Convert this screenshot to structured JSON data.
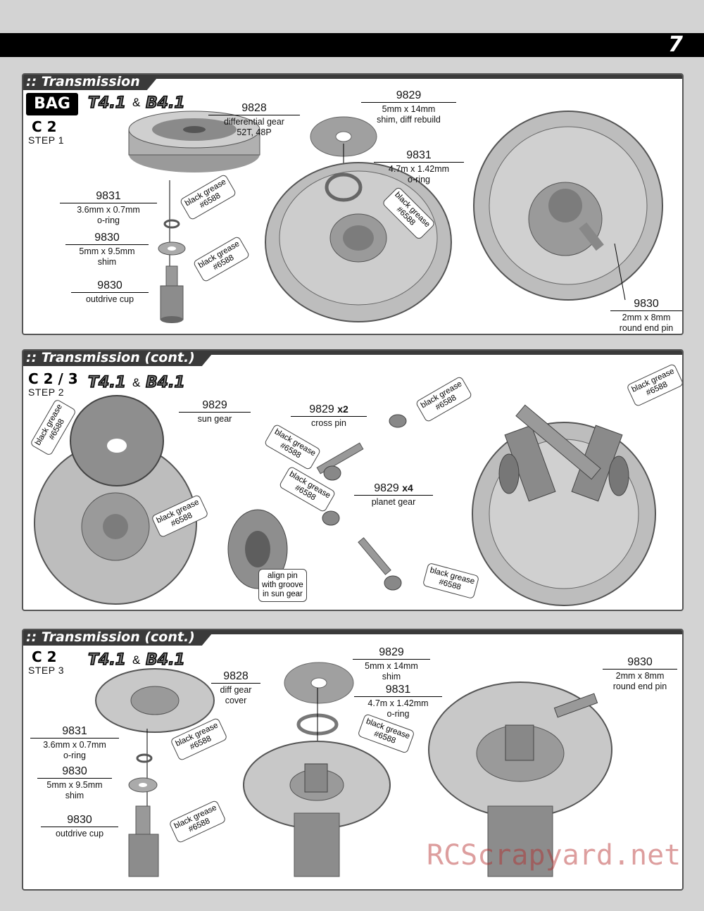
{
  "page": {
    "number": "7"
  },
  "watermark": "RCScrapyard.net",
  "grease": {
    "line1": "black grease",
    "line2": "#6588"
  },
  "panel1": {
    "title": ":: Transmission",
    "bag": "BAG C",
    "step_code": "C 2",
    "step_label": "STEP 1",
    "models": [
      "T4.1",
      "B4.1"
    ],
    "amp": "&",
    "parts": [
      {
        "num": "9828",
        "desc": [
          "differential gear",
          "52T, 48P"
        ]
      },
      {
        "num": "9831",
        "desc": [
          "3.6mm x 0.7mm",
          "o-ring"
        ]
      },
      {
        "num": "9830",
        "desc": [
          "5mm x 9.5mm",
          "shim"
        ]
      },
      {
        "num": "9830",
        "desc": [
          "outdrive cup"
        ]
      },
      {
        "num": "9829",
        "desc": [
          "5mm x 14mm",
          "shim, diff rebuild"
        ]
      },
      {
        "num": "9831",
        "desc": [
          "4.7m x 1.42mm",
          "o-ring"
        ]
      },
      {
        "num": "9830",
        "desc": [
          "2mm x 8mm",
          "round end pin"
        ]
      }
    ]
  },
  "panel2": {
    "title": ":: Transmission (cont.)",
    "step_code": "C 2 / 3",
    "step_label": "STEP 2",
    "models": [
      "T4.1",
      "B4.1"
    ],
    "amp": "&",
    "parts": [
      {
        "num": "9829",
        "qty": "",
        "desc": [
          "sun gear"
        ]
      },
      {
        "num": "9829",
        "qty": "x2",
        "desc": [
          "cross pin"
        ]
      },
      {
        "num": "9829",
        "qty": "x4",
        "desc": [
          "planet gear"
        ]
      }
    ],
    "note": [
      "align pin",
      "with groove",
      "in sun gear"
    ]
  },
  "panel3": {
    "title": ":: Transmission (cont.)",
    "step_code": "C 2",
    "step_label": "STEP 3",
    "models": [
      "T4.1",
      "B4.1"
    ],
    "amp": "&",
    "parts": [
      {
        "num": "9828",
        "desc": [
          "diff gear",
          "cover"
        ]
      },
      {
        "num": "9831",
        "desc": [
          "3.6mm x 0.7mm",
          "o-ring"
        ]
      },
      {
        "num": "9830",
        "desc": [
          "5mm x 9.5mm",
          "shim"
        ]
      },
      {
        "num": "9830",
        "desc": [
          "outdrive cup"
        ]
      },
      {
        "num": "9829",
        "desc": [
          "5mm x 14mm",
          "shim"
        ]
      },
      {
        "num": "9831",
        "desc": [
          "4.7m x 1.42mm",
          "o-ring"
        ]
      },
      {
        "num": "9830",
        "desc": [
          "2mm x 8mm",
          "round end pin"
        ]
      }
    ]
  }
}
